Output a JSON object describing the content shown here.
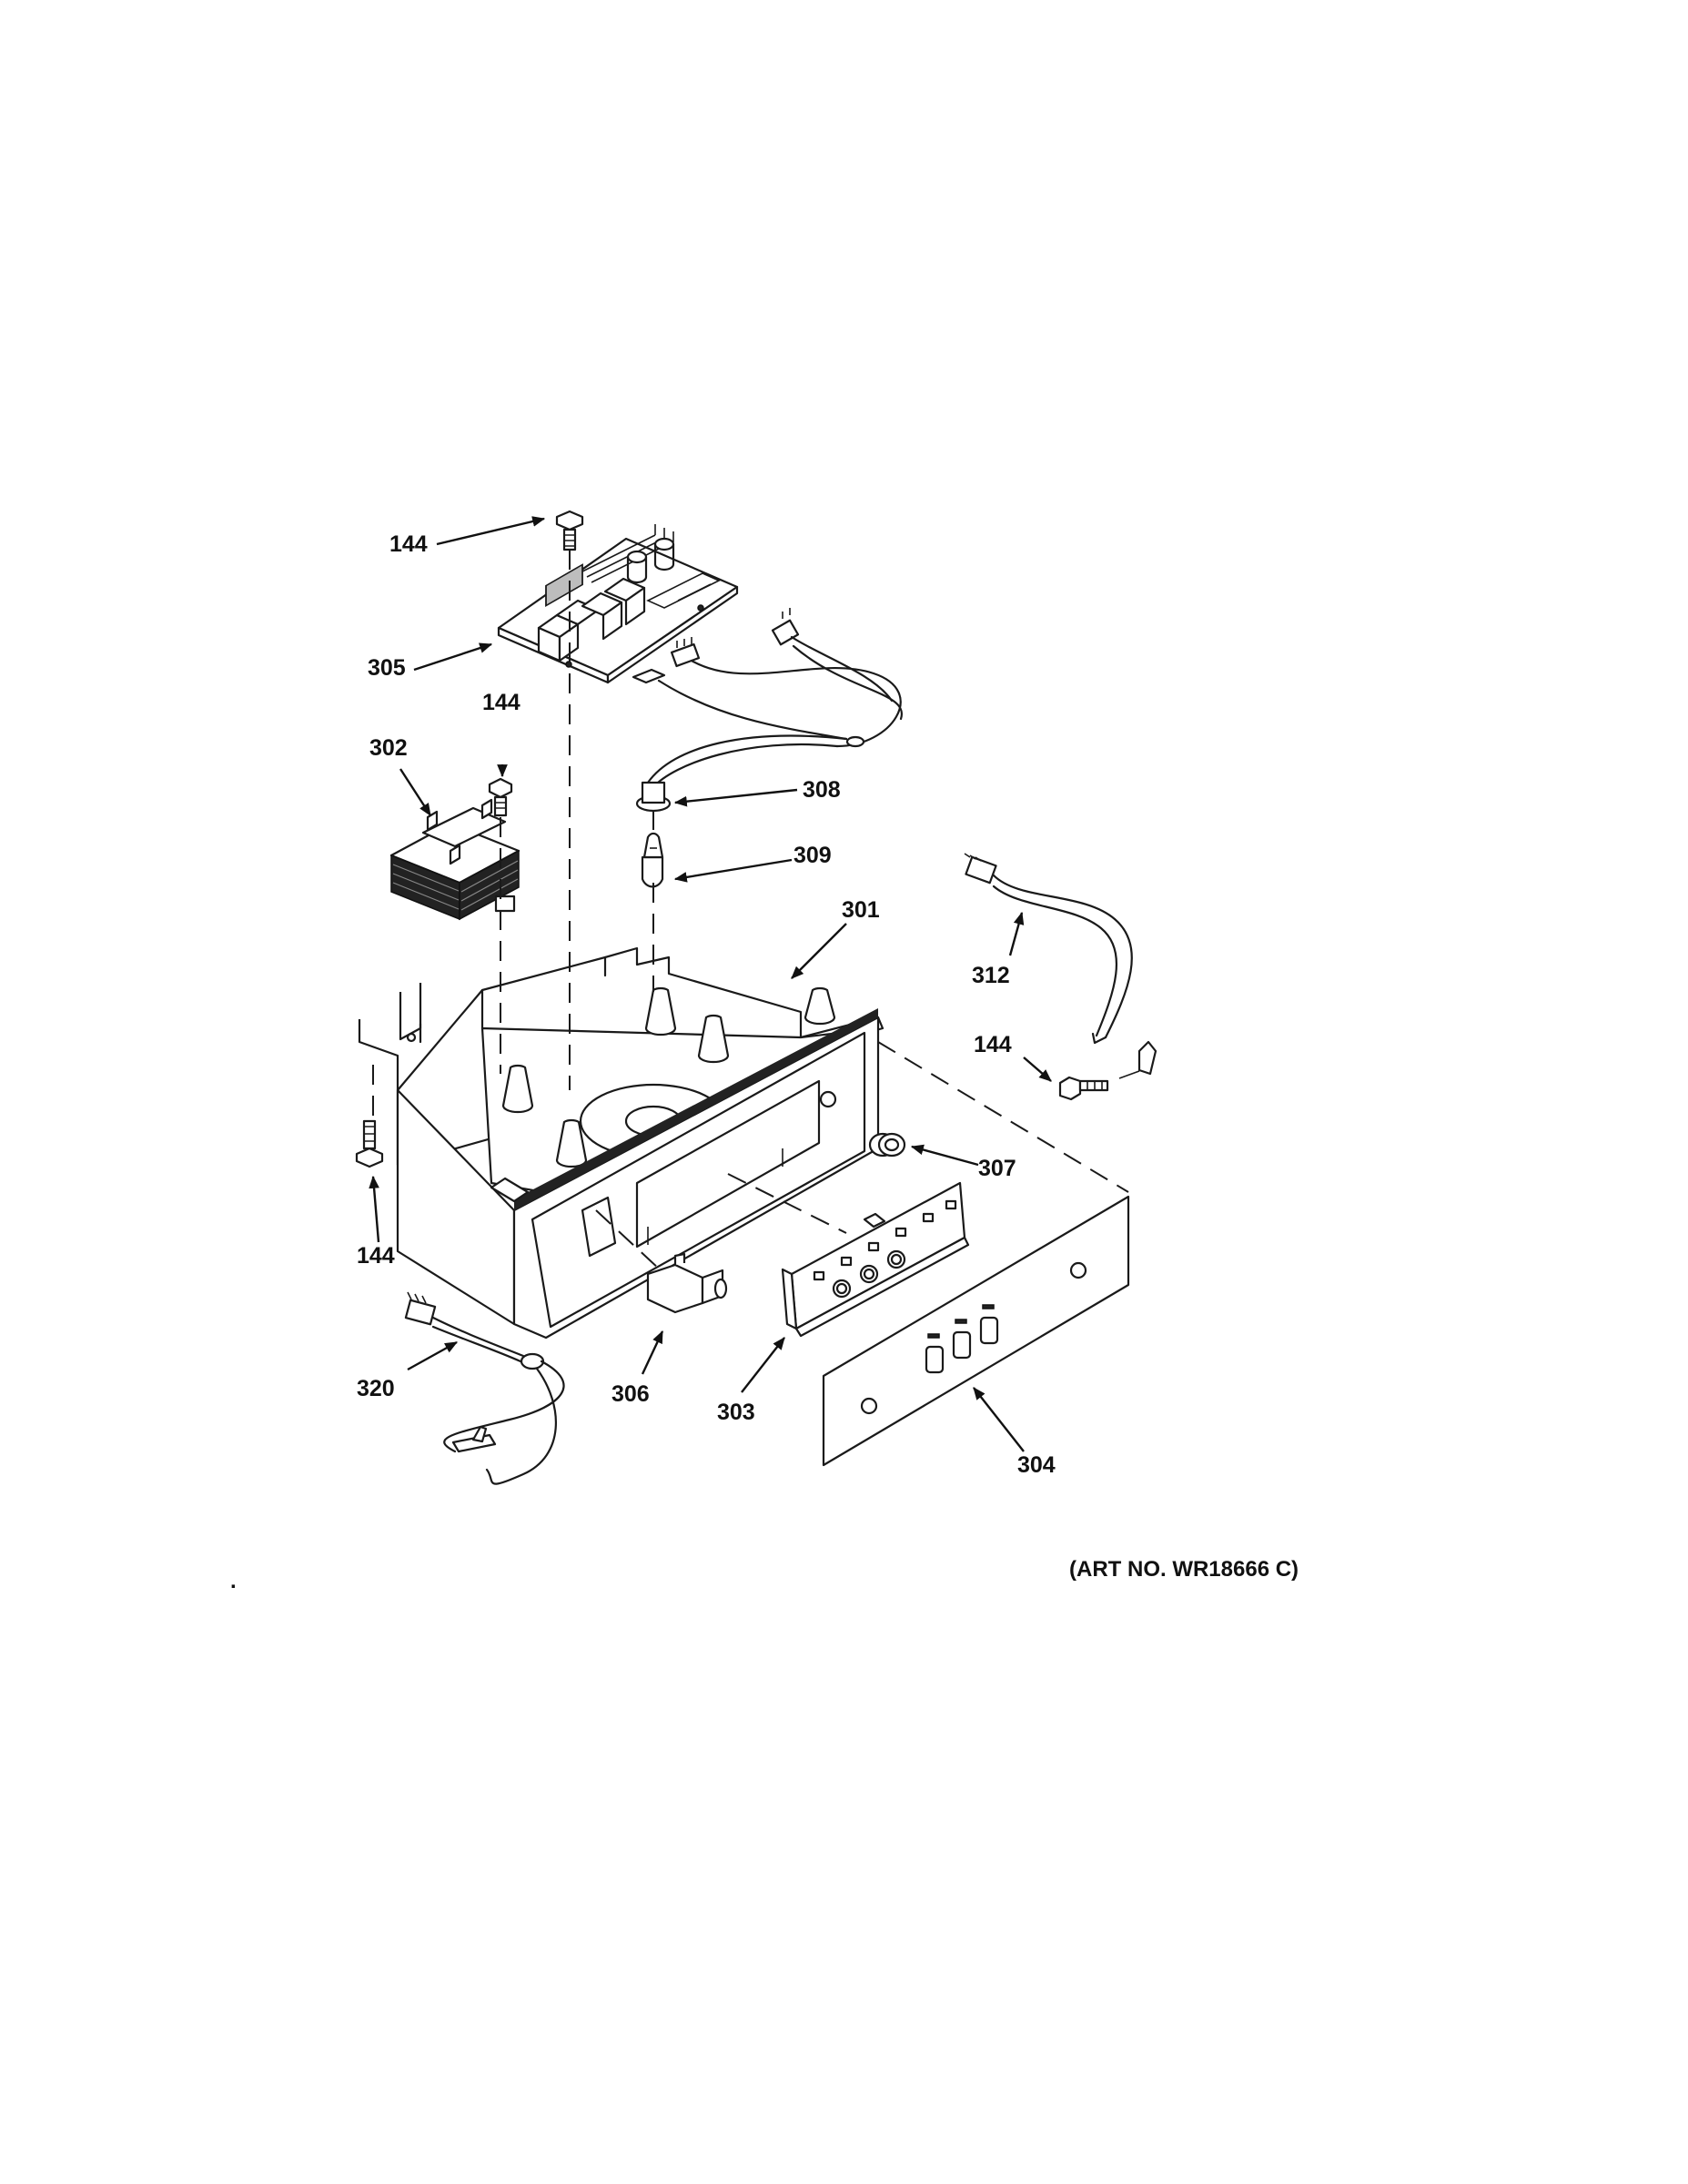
{
  "diagram": {
    "labels": {
      "p144_top": "144",
      "p305": "305",
      "p144_mid": "144",
      "p302": "302",
      "p308": "308",
      "p309": "309",
      "p301": "301",
      "p312": "312",
      "p144_right": "144",
      "p307": "307",
      "p144_left": "144",
      "p320": "320",
      "p306": "306",
      "p303": "303",
      "p304": "304"
    },
    "art_number": "(ART NO. WR18666 C)",
    "stray_mark": "."
  }
}
